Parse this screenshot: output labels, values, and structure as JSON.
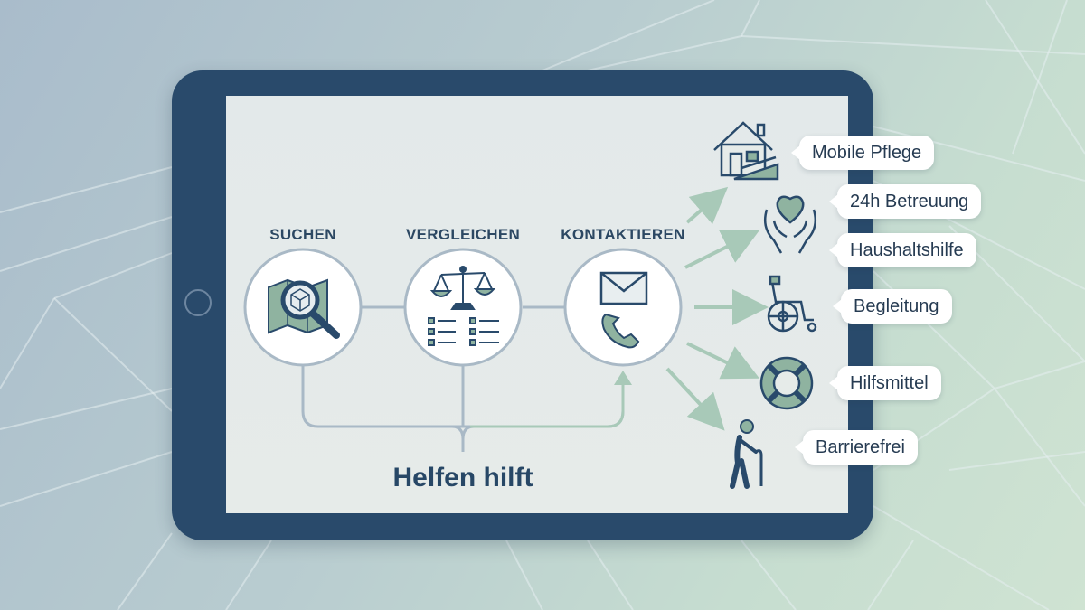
{
  "steps": [
    {
      "label": "SUCHEN",
      "icon": "map-magnifier-icon"
    },
    {
      "label": "VERGLEICHEN",
      "icon": "scales-list-icon"
    },
    {
      "label": "KONTAKTIEREN",
      "icon": "mail-phone-icon"
    }
  ],
  "caption": "Helfen hilft",
  "services": [
    {
      "label": "Mobile Pflege",
      "icon": "house-ramp-icon"
    },
    {
      "label": "24h Betreuung",
      "icon": "heart-hands-icon"
    },
    {
      "label": "Haushaltshilfe",
      "icon": "heart-hands-icon"
    },
    {
      "label": "Begleitung",
      "icon": "wheelchair-icon"
    },
    {
      "label": "Hilfsmittel",
      "icon": "lifebuoy-icon"
    },
    {
      "label": "Barrierefrei",
      "icon": "elderly-person-cane-icon"
    }
  ],
  "colors": {
    "navy": "#294a6b",
    "sage": "#8fb3a0",
    "connector": "#a9b9c6",
    "arrow": "#a8c9b8",
    "screen": "#e4eaea"
  }
}
